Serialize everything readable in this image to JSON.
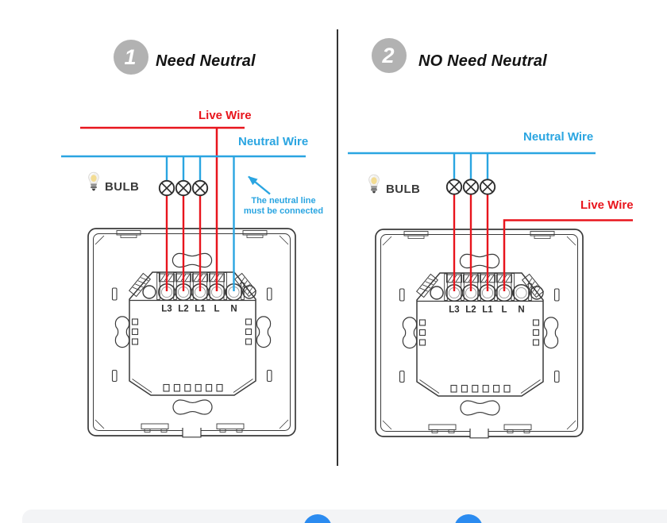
{
  "diagram": {
    "panels": [
      {
        "badge": "1",
        "title": "Need Neutral",
        "live_wire_label": "Live Wire",
        "neutral_wire_label": "Neutral Wire",
        "bulb_label": "BULB",
        "note_line1": "The neutral line",
        "note_line2": "must be connected"
      },
      {
        "badge": "2",
        "title": "NO Need Neutral",
        "live_wire_label": "Live Wire",
        "neutral_wire_label": "Neutral Wire",
        "bulb_label": "BULB"
      }
    ],
    "switch": {
      "terminal_labels": [
        "L3",
        "L2",
        "L1",
        "L",
        "N"
      ],
      "bulb_count": 3
    },
    "colors": {
      "live_wire": "#e8151d",
      "neutral_wire": "#2aa5e1",
      "line_art": "#3a3a3a",
      "badge_bg": "#b2b2b2",
      "title_text": "#141414",
      "footer_dot": "#2b8bf0",
      "footer_band": "#f3f4f6"
    }
  }
}
